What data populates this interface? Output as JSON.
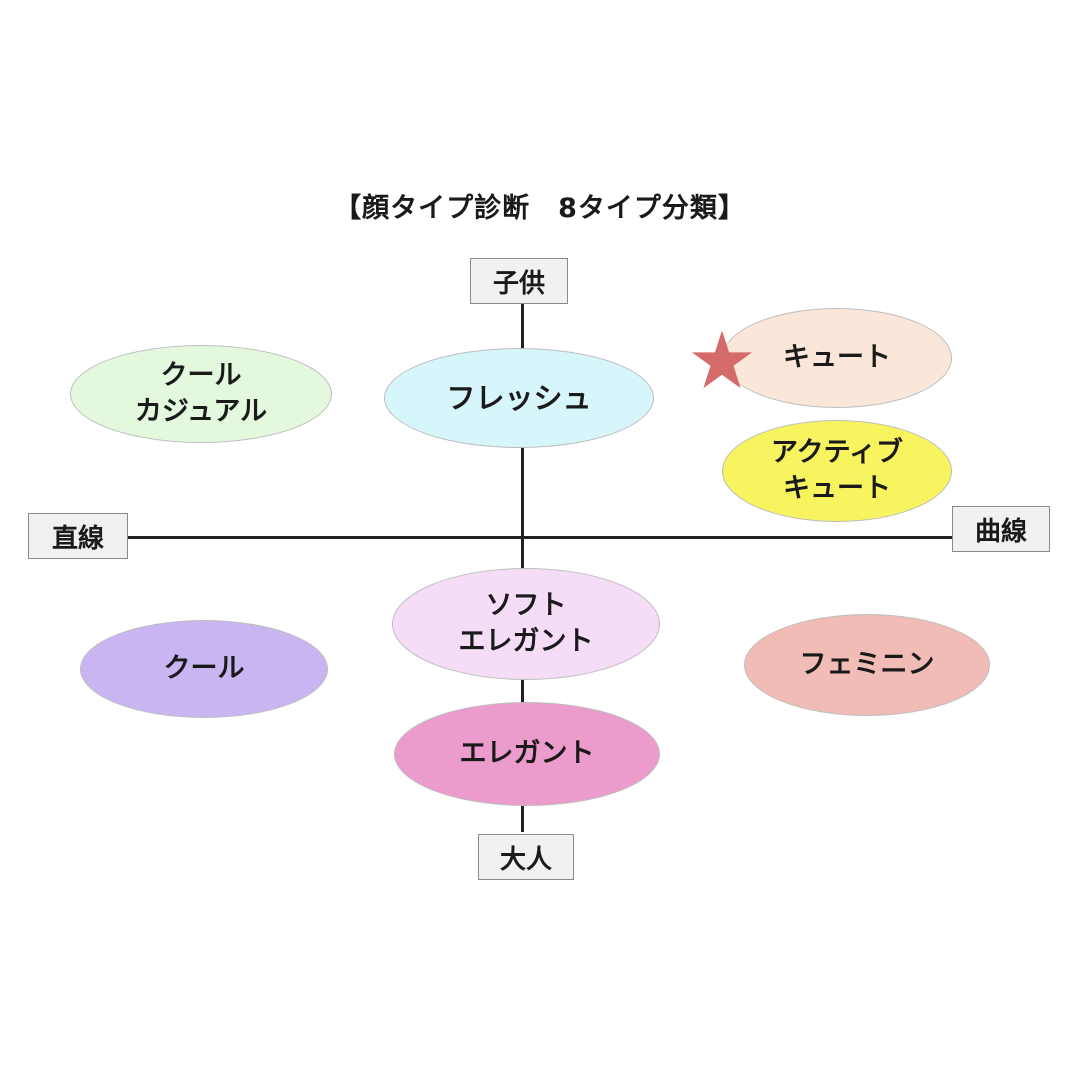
{
  "title": "【顔タイプ診断　8タイプ分類】",
  "axes": {
    "top": "子供",
    "bottom": "大人",
    "left": "直線",
    "right": "曲線"
  },
  "types": {
    "cool_casual": {
      "line1": "クール",
      "line2": "カジュアル",
      "color": "#e3f8dc"
    },
    "fresh": {
      "line1": "フレッシュ",
      "color": "#d6f6fb"
    },
    "cute": {
      "line1": "キュート",
      "color": "#fbe7d9"
    },
    "active_cute": {
      "line1": "アクティブ",
      "line2": "キュート",
      "color": "#f7f45f"
    },
    "soft_elegant": {
      "line1": "ソフト",
      "line2": "エレガント",
      "color": "#f5ddf7"
    },
    "cool": {
      "line1": "クール",
      "color": "#c9b5f2"
    },
    "feminine": {
      "line1": "フェミニン",
      "color": "#f2bcb6"
    },
    "elegant": {
      "line1": "エレガント",
      "color": "#ec9ccc"
    }
  },
  "marker": {
    "icon": "star-icon",
    "color": "#d46a6a",
    "target": "キュート"
  }
}
